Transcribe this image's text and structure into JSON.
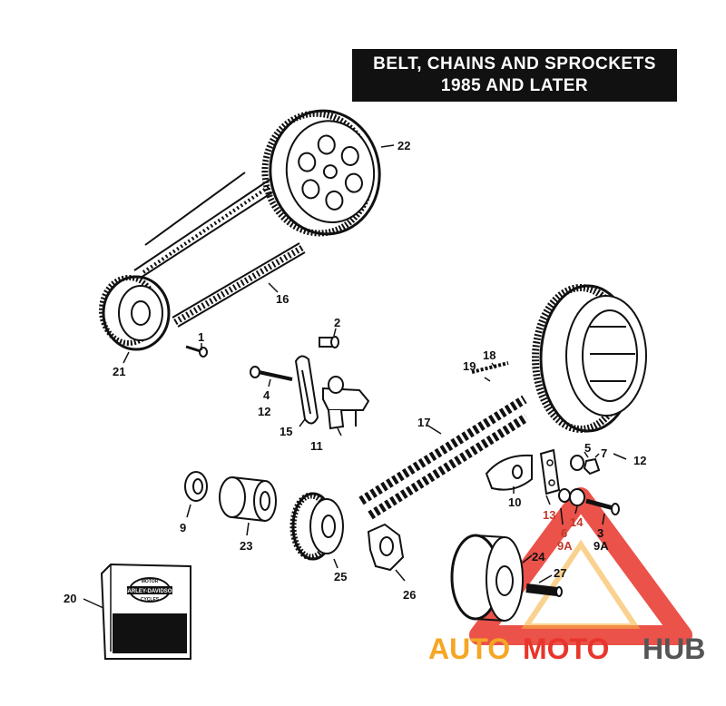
{
  "title": {
    "line1": "BELT, CHAINS AND SPROCKETS",
    "line2": "1985 AND LATER"
  },
  "callouts": [
    {
      "id": "c22",
      "text": "22"
    },
    {
      "id": "c16",
      "text": "16"
    },
    {
      "id": "c21",
      "text": "21"
    },
    {
      "id": "c1",
      "text": "1"
    },
    {
      "id": "c2",
      "text": "2"
    },
    {
      "id": "c4",
      "text": "4"
    },
    {
      "id": "c12a",
      "text": "12"
    },
    {
      "id": "c15",
      "text": "15"
    },
    {
      "id": "c11",
      "text": "11"
    },
    {
      "id": "c19",
      "text": "19"
    },
    {
      "id": "c18",
      "text": "18"
    },
    {
      "id": "c17",
      "text": "17"
    },
    {
      "id": "c5",
      "text": "5"
    },
    {
      "id": "c7",
      "text": "7"
    },
    {
      "id": "c12b",
      "text": "12"
    },
    {
      "id": "c10",
      "text": "10"
    },
    {
      "id": "c13",
      "text": "13"
    },
    {
      "id": "c6",
      "text": "6"
    },
    {
      "id": "c9a1",
      "text": "9A"
    },
    {
      "id": "c14",
      "text": "14"
    },
    {
      "id": "c3",
      "text": "3"
    },
    {
      "id": "c9a2",
      "text": "9A"
    },
    {
      "id": "c9",
      "text": "9"
    },
    {
      "id": "c23",
      "text": "23"
    },
    {
      "id": "c25",
      "text": "25"
    },
    {
      "id": "c26",
      "text": "26"
    },
    {
      "id": "c24",
      "text": "24"
    },
    {
      "id": "c27",
      "text": "27"
    },
    {
      "id": "c20",
      "text": "20"
    }
  ],
  "box_label": {
    "top": "MOTOR",
    "brand": "HARLEY-DAVIDSON",
    "bottom": "CYCLES"
  },
  "watermark": {
    "part1": "AUTO",
    "part2": "MOTO",
    "part3": "HUB",
    "colors": {
      "auto": "#f5a623",
      "moto": "#e8352b",
      "hub": "#555555"
    }
  }
}
